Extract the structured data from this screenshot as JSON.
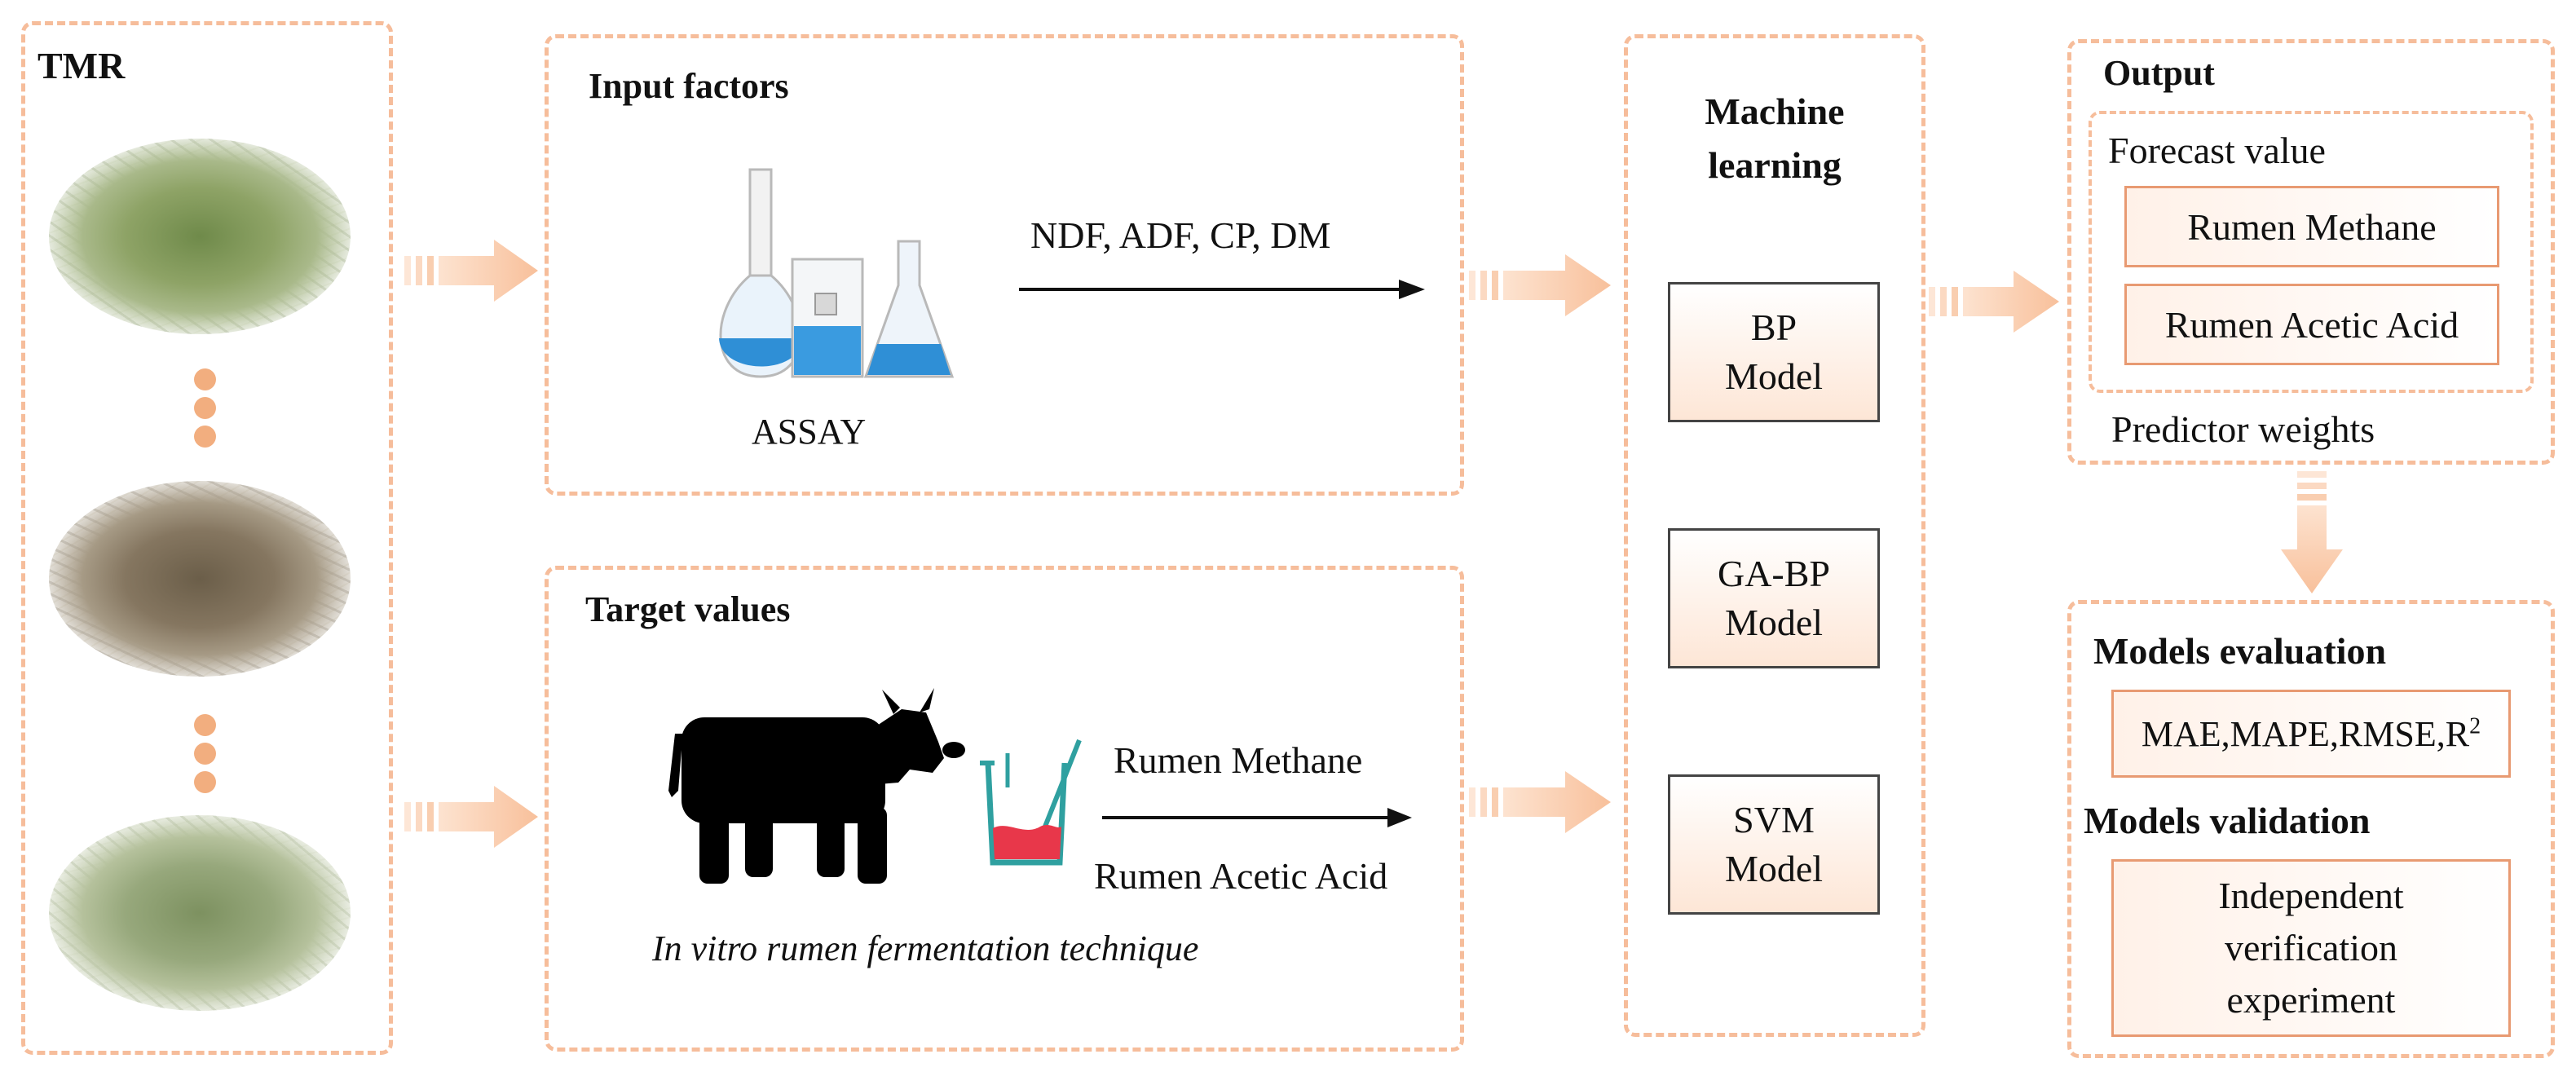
{
  "tmr": {
    "title": "TMR"
  },
  "input": {
    "title": "Input factors",
    "assay_label": "ASSAY",
    "factors": "NDF, ADF, CP, DM"
  },
  "target": {
    "title": "Target values",
    "out1": "Rumen Methane",
    "out2": "Rumen Acetic Acid",
    "technique": "In vitro rumen fermentation technique"
  },
  "ml": {
    "title_line1": "Machine",
    "title_line2": "learning",
    "models": [
      {
        "line1": "BP",
        "line2": "Model"
      },
      {
        "line1": "GA-BP",
        "line2": "Model"
      },
      {
        "line1": "SVM",
        "line2": "Model"
      }
    ]
  },
  "output": {
    "title": "Output",
    "forecast_label": "Forecast value",
    "forecast_items": [
      "Rumen Methane",
      "Rumen Acetic Acid"
    ],
    "predictor": "Predictor weights"
  },
  "evaluation": {
    "title": "Models evaluation",
    "metrics": "MAE,MAPE,RMSE,R",
    "metrics_sup": "2",
    "validation_title": "Models validation",
    "validation_line1": "Independent",
    "validation_line2": "verification",
    "validation_line3": "experiment"
  },
  "colors": {
    "dash": "#f6bd9b",
    "arrow": "#f8c6a3",
    "dot": "#f2ae7f",
    "box_border": "#e89a72"
  }
}
